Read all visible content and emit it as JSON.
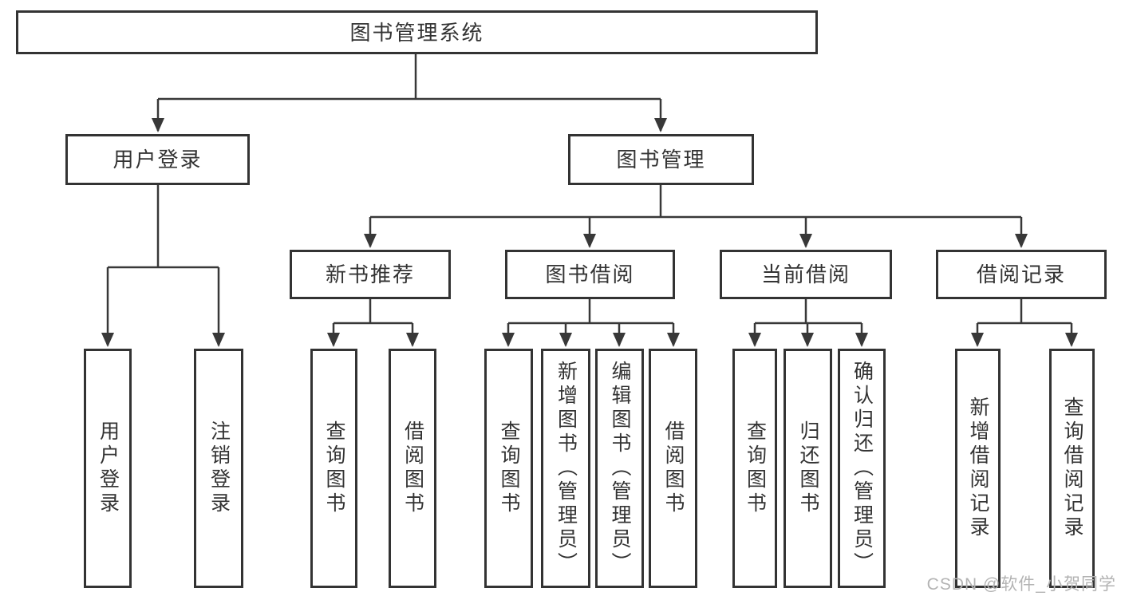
{
  "tree": {
    "root": {
      "label": "图书管理系统"
    },
    "children": [
      {
        "label": "用户登录",
        "children": [
          {
            "label": "用户登录"
          },
          {
            "label": "注销登录"
          }
        ]
      },
      {
        "label": "图书管理",
        "children": [
          {
            "label": "新书推荐",
            "children": [
              {
                "label": "查询图书"
              },
              {
                "label": "借阅图书"
              }
            ]
          },
          {
            "label": "图书借阅",
            "children": [
              {
                "label": "查询图书"
              },
              {
                "label": "新增图书（管理员）"
              },
              {
                "label": "编辑图书（管理员）"
              },
              {
                "label": "借阅图书"
              }
            ]
          },
          {
            "label": "当前借阅",
            "children": [
              {
                "label": "查询图书"
              },
              {
                "label": "归还图书"
              },
              {
                "label": "确认归还（管理员）"
              }
            ]
          },
          {
            "label": "借阅记录",
            "children": [
              {
                "label": "新增借阅记录"
              },
              {
                "label": "查询借阅记录"
              }
            ]
          }
        ]
      }
    ]
  },
  "watermark": "CSDN @软件_小贺同学",
  "colors": {
    "line": "#383838",
    "box_border": "#333333",
    "text": "#333333",
    "watermark": "#b3b3b3",
    "background": "#ffffff"
  }
}
